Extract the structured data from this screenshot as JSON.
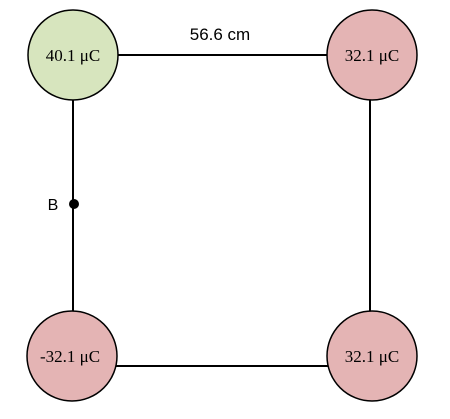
{
  "diagram": {
    "side_length_label": "56.6 cm",
    "point_label": "B",
    "charges": {
      "top_left": {
        "label": "40.1 μC",
        "color": "#d7e5be"
      },
      "top_right": {
        "label": "32.1 μC",
        "color": "#e4b4b4"
      },
      "bottom_left": {
        "label": "-32.1 μC",
        "color": "#e4b4b4"
      },
      "bottom_right": {
        "label": "32.1 μC",
        "color": "#e4b4b4"
      }
    },
    "colors": {
      "line": "#000000",
      "point": "#000000"
    }
  }
}
